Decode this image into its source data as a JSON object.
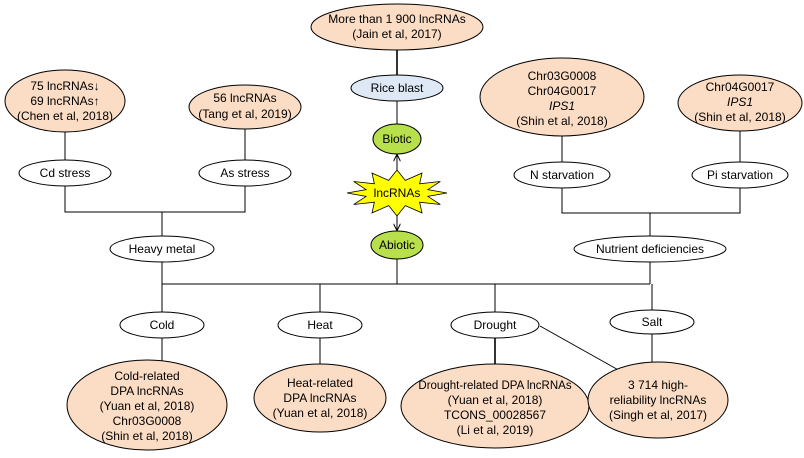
{
  "colors": {
    "citation_fill": "#fbdcc4",
    "stress_fill": "#ffffff",
    "rice_blast_fill": "#dfe9f5",
    "category_fill": "#b8e04c",
    "star_fill": "#ffff00",
    "line": "#000000"
  },
  "center": {
    "label": "lncRNAs",
    "biotic": "Biotic",
    "abiotic": "Abiotic"
  },
  "biotic_branch": {
    "stress": "Rice blast",
    "citation": [
      "More than 1 900 lncRNAs",
      "(Jain et al, 2017)"
    ]
  },
  "heavy_metal": {
    "label": "Heavy metal",
    "cd_stress": {
      "label": "Cd stress",
      "citation": [
        "75 lncRNAs↓",
        "69 lncRNAs↑",
        "(Chen et al, 2018)"
      ]
    },
    "as_stress": {
      "label": "As stress",
      "citation": [
        "56 lncRNAs",
        "(Tang et al, 2019)"
      ]
    }
  },
  "nutrient_deficiencies": {
    "label": "Nutrient deficiencies",
    "n_starvation": {
      "label": "N starvation",
      "citation": [
        "Chr03G0008",
        "Chr04G0017",
        "IPS1",
        "(Shin et al, 2018)"
      ]
    },
    "pi_starvation": {
      "label": "Pi starvation",
      "citation": [
        "Chr04G0017",
        "IPS1",
        "(Shin et al, 2018)"
      ]
    }
  },
  "bottom": {
    "cold": {
      "label": "Cold",
      "citation": [
        "Cold-related",
        "DPA lncRNAs",
        "(Yuan et al, 2018)",
        "Chr03G0008",
        "(Shin et al, 2018)"
      ]
    },
    "heat": {
      "label": "Heat",
      "citation": [
        "Heat-related",
        "DPA lncRNAs",
        "(Yuan et al, 2018)"
      ]
    },
    "drought": {
      "label": "Drought",
      "citation": [
        "Drought-related DPA lncRNAs",
        "(Yuan et al, 2018)",
        "TCONS_00028567",
        "(Li et al, 2019)"
      ]
    },
    "salt": {
      "label": "Salt",
      "citation": [
        "3 714 high-",
        "reliability lncRNAs",
        "(Singh et al, 2017)"
      ]
    }
  }
}
